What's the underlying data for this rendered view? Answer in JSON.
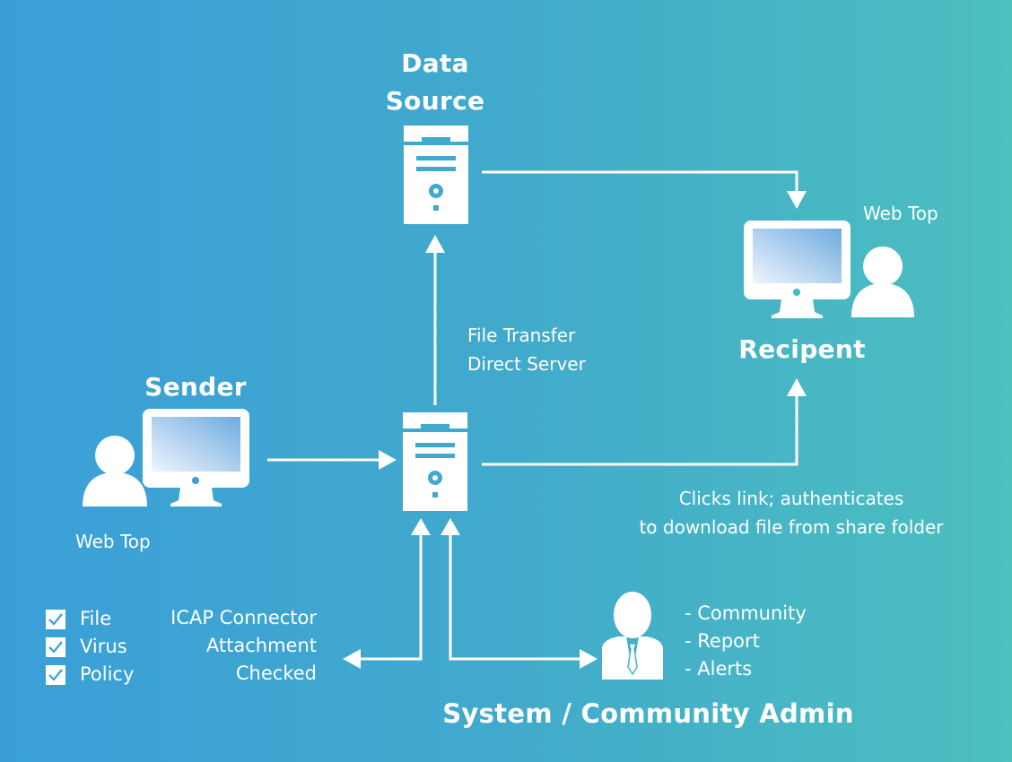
{
  "colors": {
    "background_left": "#3a9fd8",
    "background_right": "#4cbfbf",
    "foreground": "#ffffff",
    "screen_gradient_start": "#e8f1fb",
    "screen_gradient_end": "#72aee2"
  },
  "nodes": {
    "data_source": {
      "title_line1": "Data",
      "title_line2": "Source",
      "icon": "server-icon"
    },
    "recipient": {
      "title": "Recipent",
      "caption": "Web Top",
      "icons": [
        "monitor-icon",
        "user-icon"
      ]
    },
    "sender": {
      "title": "Sender",
      "caption": "Web Top",
      "icons": [
        "user-icon",
        "monitor-icon"
      ]
    },
    "direct_server": {
      "label_line1": "File Transfer",
      "label_line2": "Direct Server",
      "icon": "server-icon"
    },
    "admin": {
      "title": "System / Community Admin",
      "icon": "businessman-icon",
      "functions": [
        "- Community",
        "- Report",
        "- Alerts"
      ]
    },
    "icap": {
      "label_lines": [
        "ICAP Connector",
        "Attachment",
        "Checked"
      ],
      "checks": [
        {
          "label": "File",
          "checked": true
        },
        {
          "label": "Virus",
          "checked": true
        },
        {
          "label": "Policy",
          "checked": true
        }
      ]
    }
  },
  "annotations": {
    "recipient_access_line1": "Clicks link; authenticates",
    "recipient_access_line2": "to download file from share folder"
  },
  "connections": [
    {
      "from": "sender",
      "to": "direct_server"
    },
    {
      "from": "direct_server",
      "to": "data_source"
    },
    {
      "from": "data_source",
      "to": "recipient"
    },
    {
      "from": "direct_server",
      "to": "recipient"
    },
    {
      "from": "direct_server",
      "to": "icap",
      "bidirectional": true
    },
    {
      "from": "admin",
      "to": "direct_server",
      "bidirectional": true
    }
  ]
}
